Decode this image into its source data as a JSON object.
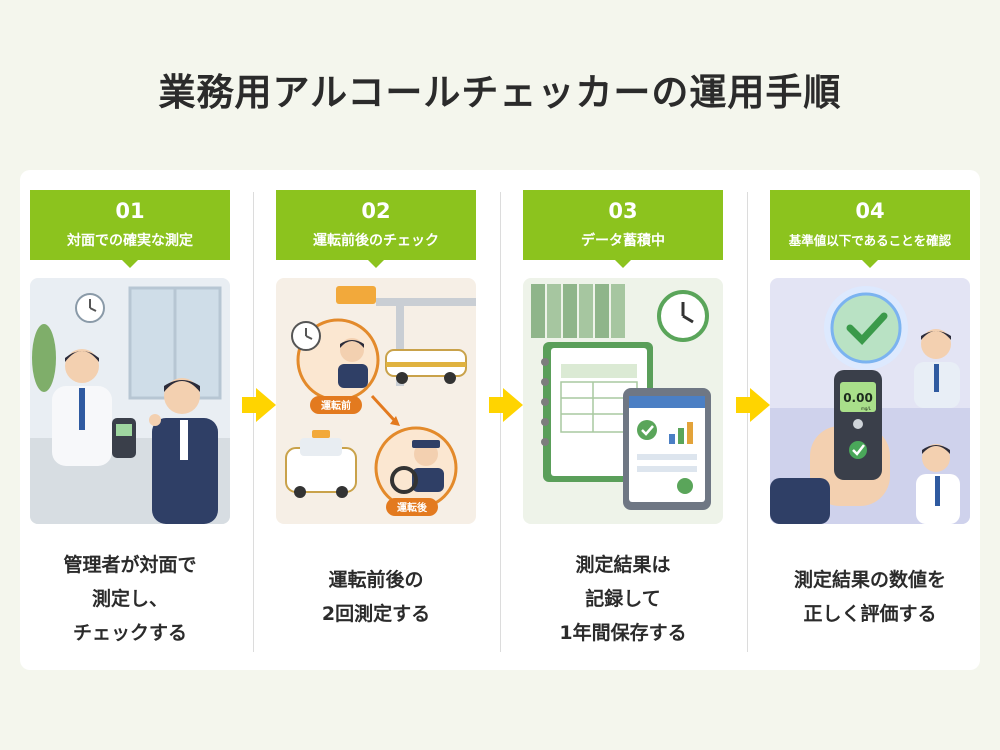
{
  "title": "業務用アルコールチェッカーの運用手順",
  "colors": {
    "accent_green": "#8cc31e",
    "arrow_yellow": "#ffd400",
    "background": "#f4f6ed"
  },
  "steps": [
    {
      "number": "01",
      "label": "対面での確実な測定",
      "illustration": "face-to-face-measurement-illustration",
      "desc": [
        "管理者が対面で",
        "測定し、",
        "チェックする"
      ]
    },
    {
      "number": "02",
      "label": "運転前後のチェック",
      "illustration": "before-after-driving-illustration",
      "desc": [
        "運転前後の",
        "2回測定する"
      ],
      "tags": {
        "before": "運転前",
        "after": "運転後"
      }
    },
    {
      "number": "03",
      "label": "データ蓄積中",
      "illustration": "data-storage-illustration",
      "desc": [
        "測定結果は",
        "記録して",
        "1年間保存する"
      ]
    },
    {
      "number": "04",
      "label": "基準値以下であることを確認",
      "illustration": "below-standard-check-illustration",
      "desc": [
        "測定結果の数値を",
        "正しく評価する"
      ],
      "device_reading": "0.00",
      "device_unit": "mg/L"
    }
  ]
}
